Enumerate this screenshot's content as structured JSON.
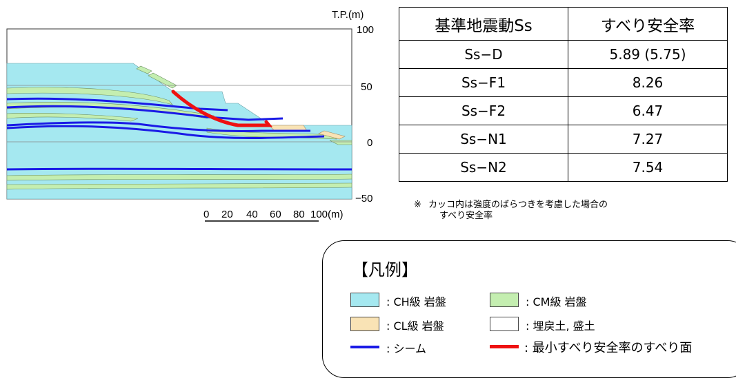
{
  "axis": {
    "unit_label": "T.P.(m)",
    "ticks": [
      "100",
      "50",
      "0",
      "−50"
    ],
    "scale_ticks": [
      "0",
      "20",
      "40",
      "60",
      "80",
      "100(m)"
    ]
  },
  "table": {
    "headers": [
      "基準地震動Ss",
      "すべり安全率"
    ],
    "rows": [
      {
        "name": "Ss−D",
        "value": "5.89 (5.75)"
      },
      {
        "name": "Ss−F1",
        "value": "8.26"
      },
      {
        "name": "Ss−F2",
        "value": "6.47"
      },
      {
        "name": "Ss−N1",
        "value": "7.27"
      },
      {
        "name": "Ss−N2",
        "value": "7.54"
      }
    ]
  },
  "note": {
    "mark": "※",
    "line1": "カッコ内は強度のばらつきを考慮した場合の",
    "line2": "すべり安全率"
  },
  "legend": {
    "title": "【凡例】",
    "items": [
      {
        "label": ": CH級 岩盤",
        "color": "#a5e8f0"
      },
      {
        "label": ": CM級 岩盤",
        "color": "#c4eeb0"
      },
      {
        "label": ": CL級 岩盤",
        "color": "#f9e3b5"
      },
      {
        "label": ": 埋戻土, 盛土",
        "color": "#ffffff"
      },
      {
        "label": ": シーム",
        "color": "#1a1ae6"
      },
      {
        "label": ": 最小すべり安全率のすべり面",
        "color": "#ee1111"
      }
    ]
  },
  "colors": {
    "ch_rock": "#a5e8f0",
    "cm_rock": "#c4eeb0",
    "cl_rock": "#f9e3b5",
    "seam": "#1a1ae6",
    "slip": "#ee1111"
  }
}
